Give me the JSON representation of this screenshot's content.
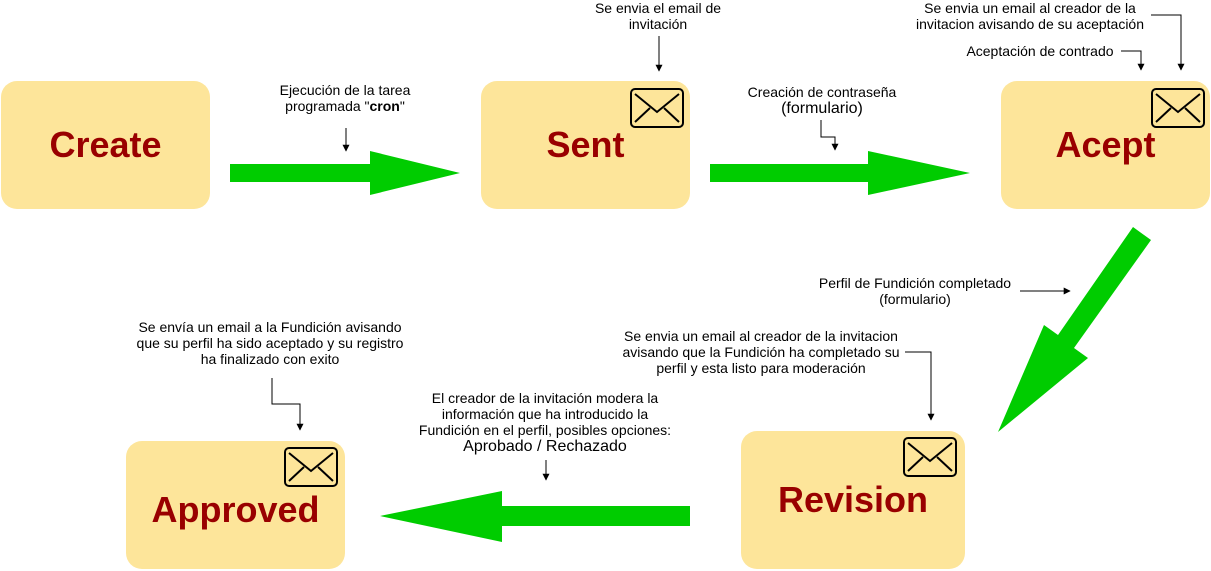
{
  "states": {
    "create": "Create",
    "sent": "Sent",
    "acept": "Acept",
    "revision": "Revision",
    "approved": "Approved"
  },
  "icons": {
    "email": "envelope-icon"
  },
  "colors": {
    "state_fill": "#fde59a",
    "state_text": "#990000",
    "flow_arrow": "#00cc00"
  },
  "notes": {
    "cron_task": {
      "line1": "Ejecución de la tarea",
      "line2_prefix": "programada \"",
      "line2_bold": "cron",
      "line2_suffix": "\""
    },
    "sent_email": {
      "line1": "Se envia el email de",
      "line2": "invitación"
    },
    "password_form": {
      "line1": "Creación de contraseña",
      "line2": "(formulario)"
    },
    "accept_email": {
      "line1": "Se envia un email al creador de la",
      "line2": "invitacion avisando de su aceptación"
    },
    "contract_accept": "Aceptación de contrado",
    "profile_completed": {
      "line1": "Perfil de Fundición completado",
      "line2": "(formulario)"
    },
    "revision_email": {
      "line1": "Se envia un email al creador de la invitacion",
      "line2": "avisando que la Fundición ha completado su",
      "line3": "perfil y esta listo para moderación"
    },
    "moderation": {
      "line1": "El creador de la invitación modera la",
      "line2": "información que ha introducido la",
      "line3": "Fundición en el perfil, posibles opciones:",
      "line4": "Aprobado / Rechazado"
    },
    "approved_email": {
      "line1": "Se envía un email a la Fundición avisando",
      "line2": "que su perfil ha sido aceptado y su registro",
      "line3": "ha finalizado con exito"
    }
  }
}
